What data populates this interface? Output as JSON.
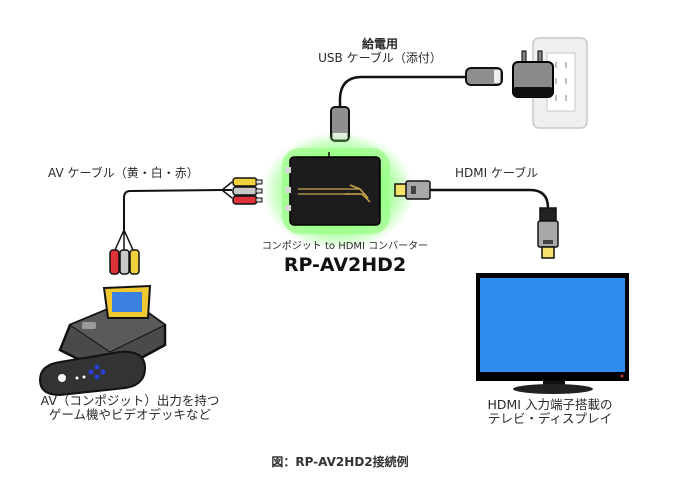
{
  "labels": {
    "usb_cable": {
      "line1": "給電用",
      "line2": "USB ケーブル（添付）"
    },
    "av_cable": "AV ケーブル（黄・白・赤）",
    "hdmi_cable": "HDMI ケーブル",
    "converter": {
      "subtitle": "コンポジット to HDMI コンバーター",
      "model": "RP-AV2HD2"
    },
    "game_console": {
      "line1": "AV（コンポジット）出力を持つ",
      "line2": "ゲーム機やビデオデッキなど"
    },
    "tv": {
      "line1": "HDMI 入力端子搭載の",
      "line2": "テレビ・ディスプレイ"
    }
  },
  "caption": "図：RP-AV2HD2接続例",
  "colors": {
    "glow": "#7dff6a",
    "converter_body": "#1c1c1c",
    "gold_stripe": "#c9a94a",
    "rca_yellow": "#f2d23c",
    "rca_white": "#c8c8c8",
    "rca_red": "#e0303a",
    "hdmi_tip": "#f5e26a",
    "tv_screen": "#2f8cf0",
    "console_body": "#4a4a4a",
    "cartridge": "#f0c830",
    "cartridge_label": "#3b82e0",
    "dpad_buttons": "#2a3fd8",
    "outlet": "#efefef"
  }
}
